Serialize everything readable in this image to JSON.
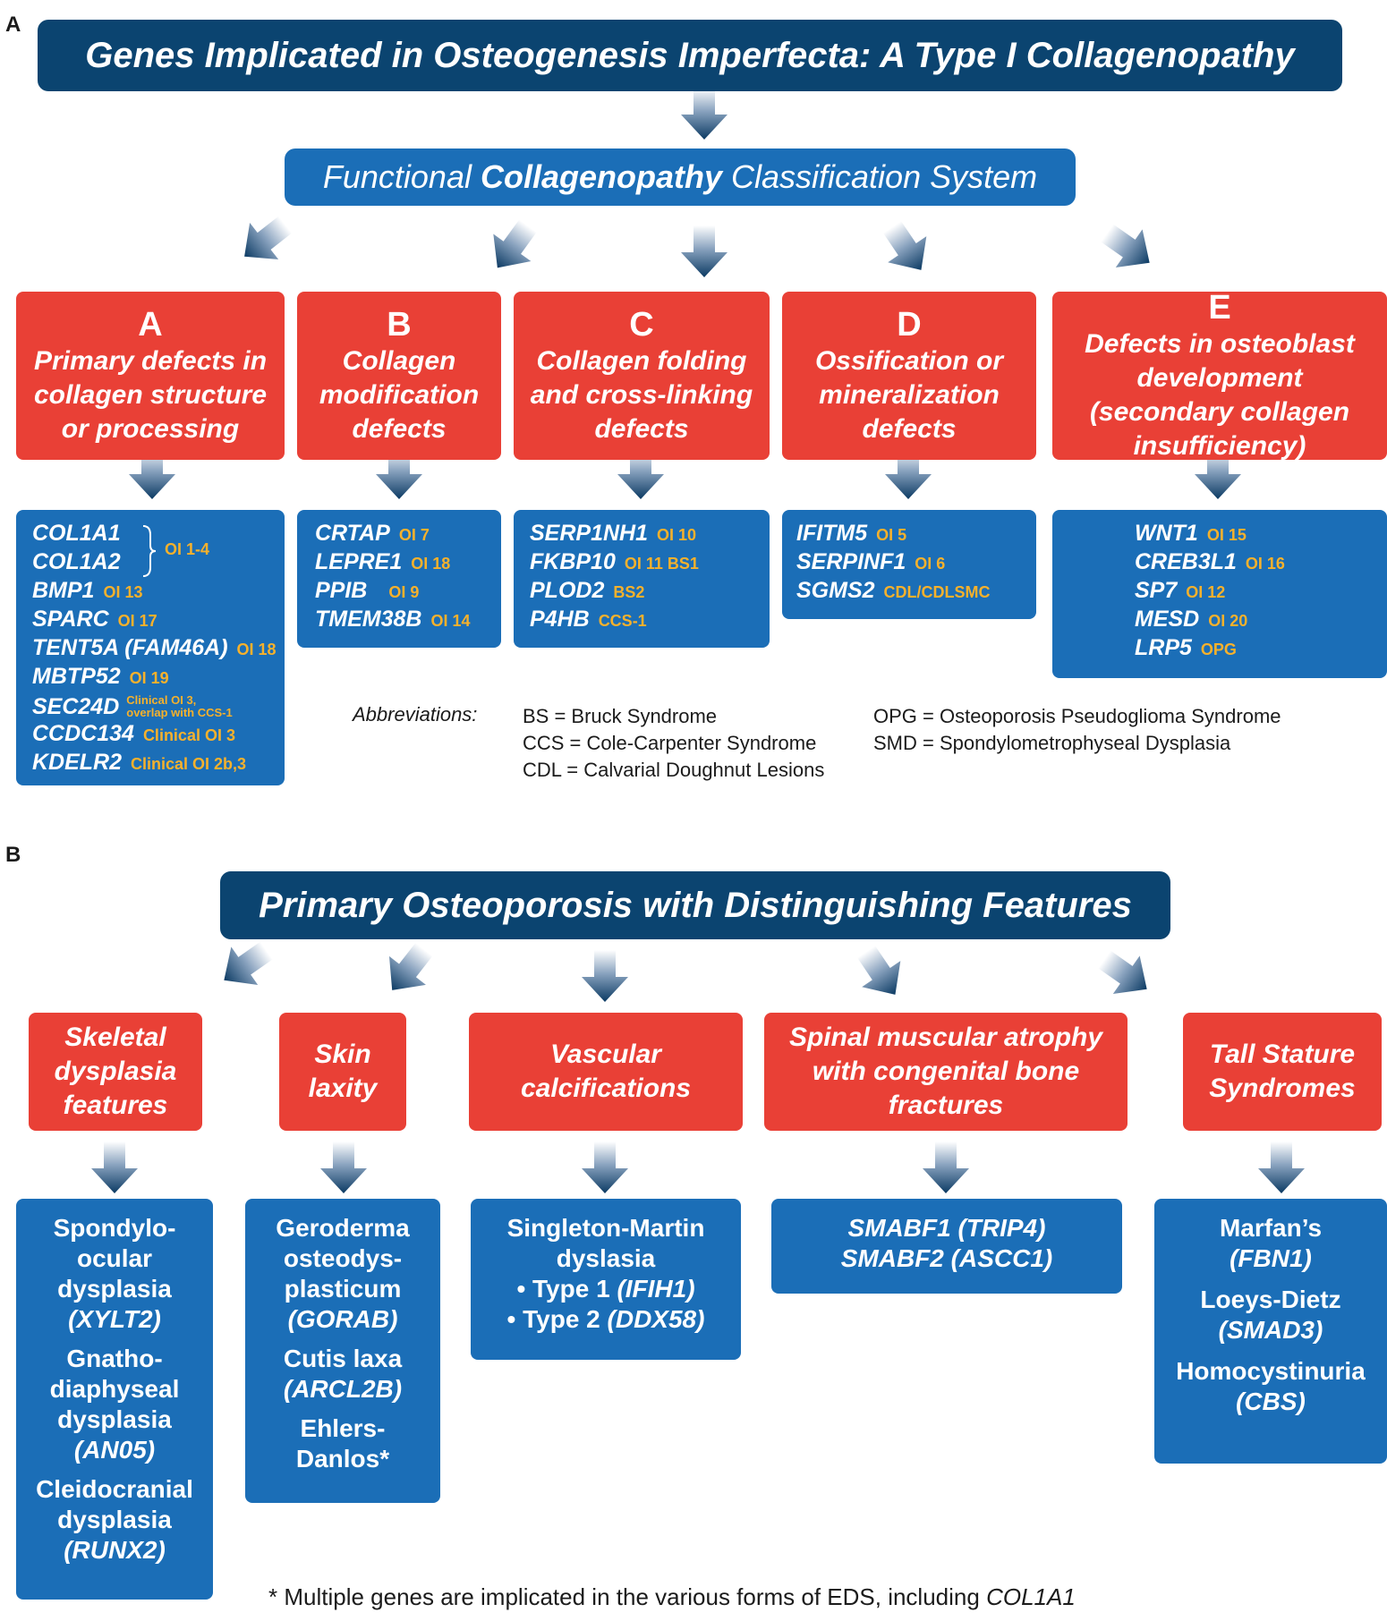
{
  "panel_a": {
    "letter": "A",
    "title": "Genes Implicated in Osteogenesis Imperfecta: A Type I Collagenopathy",
    "subtitle_pre": "Functional ",
    "subtitle_bold": "Collagenopathy",
    "subtitle_post": " Classification System",
    "categories": [
      {
        "letter": "A",
        "label": "Primary defects in collagen structure or processing"
      },
      {
        "letter": "B",
        "label": "Collagen modification defects"
      },
      {
        "letter": "C",
        "label": "Collagen folding and cross-linking defects"
      },
      {
        "letter": "D",
        "label": "Ossification or mineralization defects"
      },
      {
        "letter": "E",
        "label": "Defects in osteoblast development (secondary collagen insufficiency)"
      }
    ],
    "genes_a": [
      {
        "gene": "COL1A1",
        "note": ""
      },
      {
        "gene": "COL1A2",
        "note": ""
      },
      {
        "gene": "BMP1",
        "note": "OI 13"
      },
      {
        "gene": "SPARC",
        "note": "OI 17"
      },
      {
        "gene": "TENT5A (FAM46A)",
        "note": "OI 18"
      },
      {
        "gene": "MBTP52",
        "note": "OI 19"
      },
      {
        "gene": "SEC24D",
        "note": "Clinical OI 3,\noverlap with CCS-1"
      },
      {
        "gene": "CCDC134",
        "note": "Clinical OI 3"
      },
      {
        "gene": "KDELR2",
        "note": "Clinical OI 2b,3"
      }
    ],
    "bracket_note": "OI 1-4",
    "genes_b": [
      {
        "gene": "CRTAP",
        "note": "OI 7"
      },
      {
        "gene": "LEPRE1",
        "note": "OI 18"
      },
      {
        "gene": "PPIB",
        "note": "OI 9"
      },
      {
        "gene": "TMEM38B",
        "note": "OI 14"
      }
    ],
    "genes_c": [
      {
        "gene": "SERP1NH1",
        "note": "OI 10"
      },
      {
        "gene": "FKBP10",
        "note": "OI 11 BS1"
      },
      {
        "gene": "PLOD2",
        "note": "BS2"
      },
      {
        "gene": "P4HB",
        "note": "CCS-1"
      }
    ],
    "genes_d": [
      {
        "gene": "IFITM5",
        "note": "OI 5"
      },
      {
        "gene": "SERPINF1",
        "note": "OI 6"
      },
      {
        "gene": "SGMS2",
        "note": "CDL/CDLSMC"
      }
    ],
    "genes_e": [
      {
        "gene": "WNT1",
        "note": "OI 15"
      },
      {
        "gene": "CREB3L1",
        "note": "OI 16"
      },
      {
        "gene": "SP7",
        "note": "OI 12"
      },
      {
        "gene": "MESD",
        "note": "OI 20"
      },
      {
        "gene": "LRP5",
        "note": "OPG"
      }
    ],
    "abbreviations_label": "Abbreviations:",
    "abbreviations_left": [
      "BS = Bruck Syndrome",
      "CCS = Cole-Carpenter Syndrome",
      "CDL = Calvarial Doughnut Lesions"
    ],
    "abbreviations_right": [
      "OPG = Osteoporosis Pseudoglioma Syndrome",
      "SMD = Spondylometrophyseal Dysplasia"
    ]
  },
  "panel_b": {
    "letter": "B",
    "title": "Primary Osteoporosis with Distinguishing Features",
    "categories": [
      {
        "label": "Skeletal dysplasia features"
      },
      {
        "label": "Skin laxity"
      },
      {
        "label": "Vascular calcifications"
      },
      {
        "label": "Spinal muscular atrophy with congenital bone fractures"
      },
      {
        "label": "Tall Stature Syndromes"
      }
    ],
    "skeletal": [
      {
        "name": "Spondylo-\nocular\ndysplasia",
        "gene": "(XYLT2)"
      },
      {
        "name": "Gnatho-\ndiaphyseal\ndysplasia",
        "gene": "(AN05)"
      },
      {
        "name": "Cleidocranial\ndysplasia",
        "gene": "(RUNX2)"
      }
    ],
    "skin": [
      {
        "name": "Geroderma\nosteodys-\nplasticum",
        "gene": "(GORAB)"
      },
      {
        "name": "Cutis laxa",
        "gene": "(ARCL2B)"
      },
      {
        "name": "Ehlers-\nDanlos*",
        "gene": ""
      }
    ],
    "vascular": {
      "name": "Singleton-Martin\ndyslasia",
      "type1_label": "• Type 1 ",
      "type1_gene": "(IFIH1)",
      "type2_label": "• Type 2 ",
      "type2_gene": "(DDX58)"
    },
    "spinal": [
      "SMABF1 (TRIP4)",
      "SMABF2 (ASCC1)"
    ],
    "tall": [
      {
        "name": "Marfan’s",
        "gene": "(FBN1)"
      },
      {
        "name": "Loeys-Dietz",
        "gene": "(SMAD3)"
      },
      {
        "name": "Homocystinuria",
        "gene": "(CBS)"
      }
    ],
    "footnote_pre": "* Multiple genes are implicated in the various forms of EDS, including ",
    "footnote_gene": "COL1A1"
  },
  "colors": {
    "dark_blue": "#0b4470",
    "mid_blue": "#1b6eb7",
    "red": "#e94036",
    "orange_note": "#f6b12c"
  }
}
